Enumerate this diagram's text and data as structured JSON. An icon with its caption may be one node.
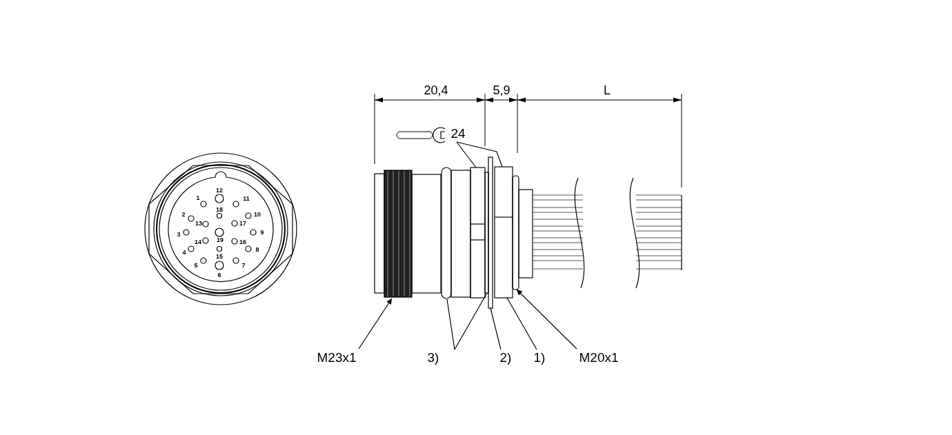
{
  "diagram": {
    "nodes": [
      {
        "text": [
          "24"
        ]
      },
      {
        "text": [],
        "shape": "bar"
      },
      {
        "text": [],
        "shape": "bar"
      },
      {
        "text": [],
        "shape": "bar"
      },
      {
        "text": [],
        "shape": "bar"
      },
      {
        "text": [],
        "shape": "bar"
      },
      {
        "text": [],
        "shape": "bar"
      },
      {
        "text": [],
        "shape": "bar"
      },
      {
        "text": [
          "M23x1"
        ]
      },
      {
        "text": [
          "3)"
        ]
      },
      {
        "text": [
          "2)"
        ]
      },
      {
        "text": [
          "1)"
        ]
      },
      {
        "text": [
          "M20x1"
        ]
      }
    ],
    "edges": [
      {
        "from": 0,
        "to": 3,
        "arrow": "none"
      },
      {
        "from": 0,
        "to": 6,
        "arrow": "none"
      },
      {
        "from": 8,
        "to": 1,
        "arrow": "to"
      },
      {
        "from": 9,
        "to": 2,
        "arrow": "none"
      },
      {
        "from": 9,
        "to": 4,
        "arrow": "none"
      },
      {
        "from": 10,
        "to": 5,
        "arrow": "none"
      },
      {
        "from": 11,
        "to": 6,
        "arrow": "none"
      },
      {
        "from": 12,
        "to": 7,
        "arrow": "to"
      }
    ],
    "labels": [
      "20,4",
      "5,9",
      "L",
      "12",
      "1",
      "11",
      "18",
      "2",
      "10",
      "13",
      "17",
      "3",
      "9",
      "14",
      "19",
      "16",
      "4",
      "8",
      "15",
      "5",
      "7",
      "6"
    ]
  }
}
